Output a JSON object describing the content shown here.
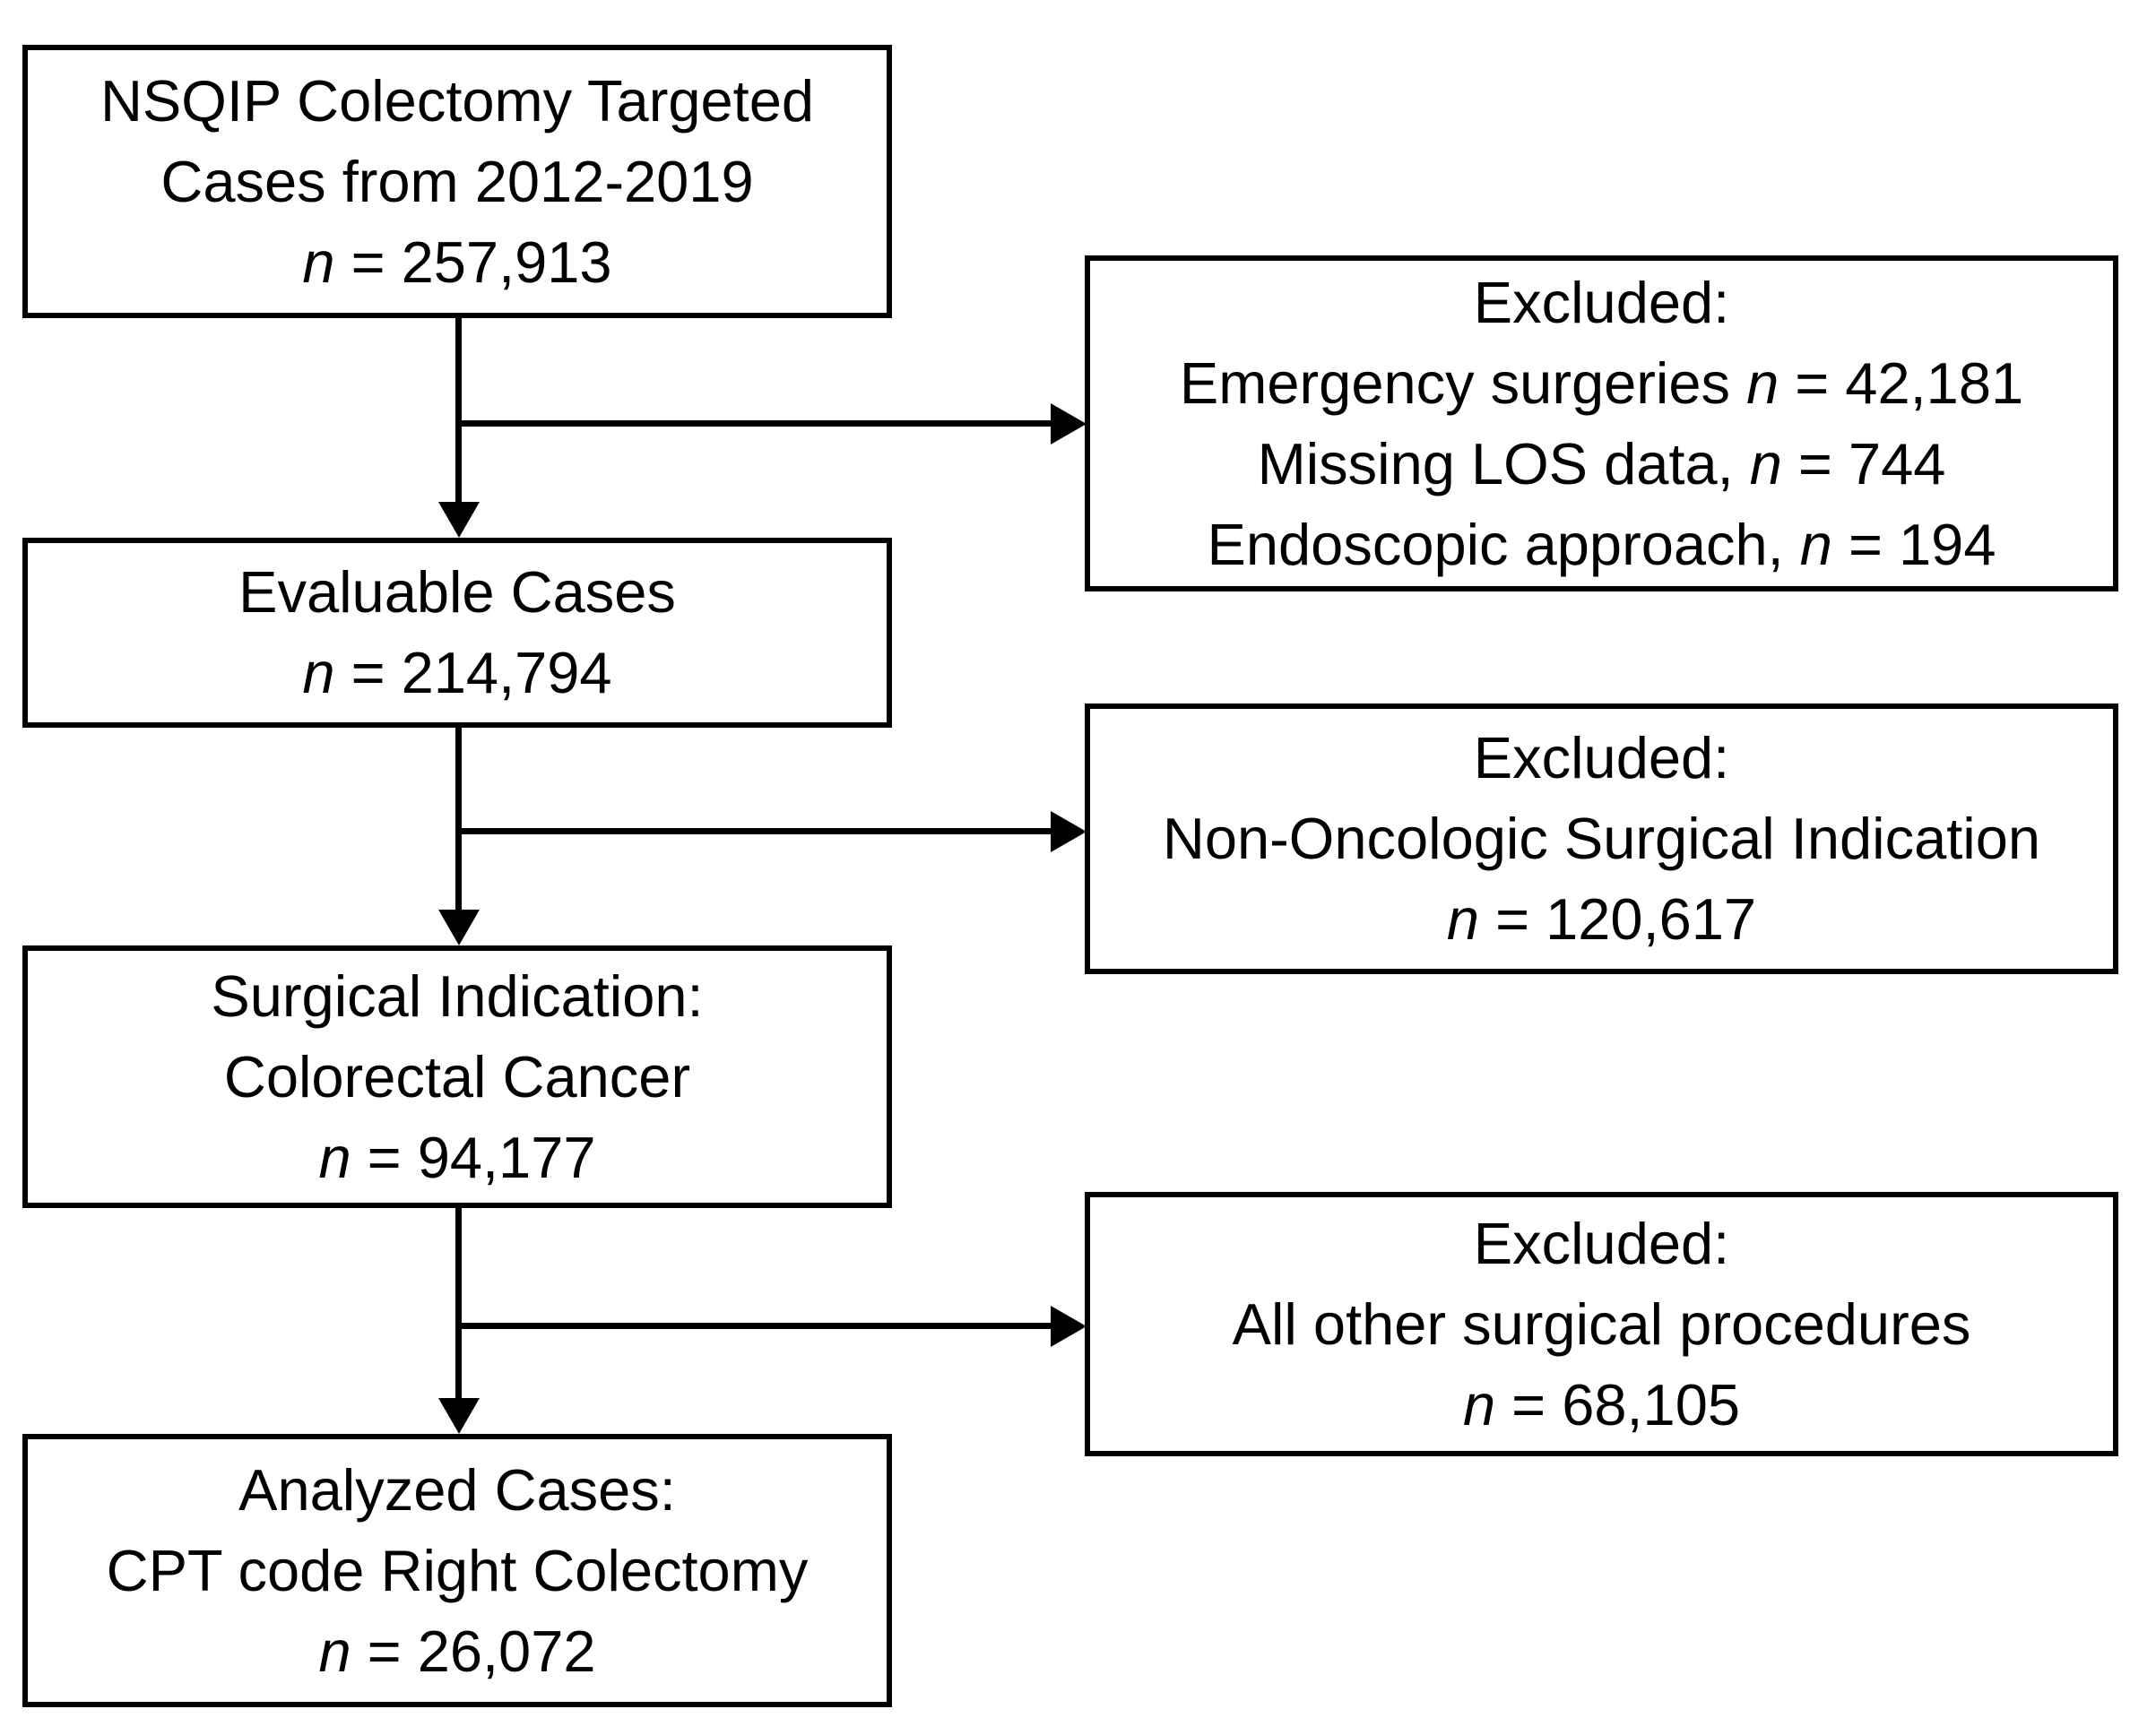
{
  "colors": {
    "background": "#ffffff",
    "box_border": "#000000",
    "arrow": "#000000",
    "text": "#000000"
  },
  "boxes": {
    "source": {
      "lines": [
        [
          {
            "t": "NSQIP Colectomy Targeted"
          }
        ],
        [
          {
            "t": "Cases from 2012-2019"
          }
        ],
        [
          {
            "t": "n",
            "i": true
          },
          {
            "t": " = 257,913"
          }
        ]
      ]
    },
    "excluded_initial": {
      "lines": [
        [
          {
            "t": "Excluded:"
          }
        ],
        [
          {
            "t": "Emergency surgeries "
          },
          {
            "t": "n",
            "i": true
          },
          {
            "t": " = 42,181"
          }
        ],
        [
          {
            "t": "Missing LOS data, "
          },
          {
            "t": "n",
            "i": true
          },
          {
            "t": " = 744"
          }
        ],
        [
          {
            "t": "Endoscopic approach, "
          },
          {
            "t": "n",
            "i": true
          },
          {
            "t": " = 194"
          }
        ]
      ]
    },
    "evaluable": {
      "lines": [
        [
          {
            "t": "Evaluable Cases"
          }
        ],
        [
          {
            "t": "n",
            "i": true
          },
          {
            "t": " = 214,794"
          }
        ]
      ]
    },
    "excluded_non_oncologic": {
      "lines": [
        [
          {
            "t": "Excluded:"
          }
        ],
        [
          {
            "t": "Non-Oncologic Surgical Indication"
          }
        ],
        [
          {
            "t": "n",
            "i": true
          },
          {
            "t": " = 120,617"
          }
        ]
      ]
    },
    "indication": {
      "lines": [
        [
          {
            "t": "Surgical Indication:"
          }
        ],
        [
          {
            "t": "Colorectal Cancer"
          }
        ],
        [
          {
            "t": "n",
            "i": true
          },
          {
            "t": " = 94,177"
          }
        ]
      ]
    },
    "excluded_other": {
      "lines": [
        [
          {
            "t": "Excluded:"
          }
        ],
        [
          {
            "t": "All other surgical procedures"
          }
        ],
        [
          {
            "t": "n",
            "i": true
          },
          {
            "t": " = 68,105"
          }
        ]
      ]
    },
    "analyzed": {
      "lines": [
        [
          {
            "t": "Analyzed Cases:"
          }
        ],
        [
          {
            "t": "CPT code Right Colectomy"
          }
        ],
        [
          {
            "t": "n",
            "i": true
          },
          {
            "t": " = 26,072"
          }
        ]
      ]
    }
  }
}
